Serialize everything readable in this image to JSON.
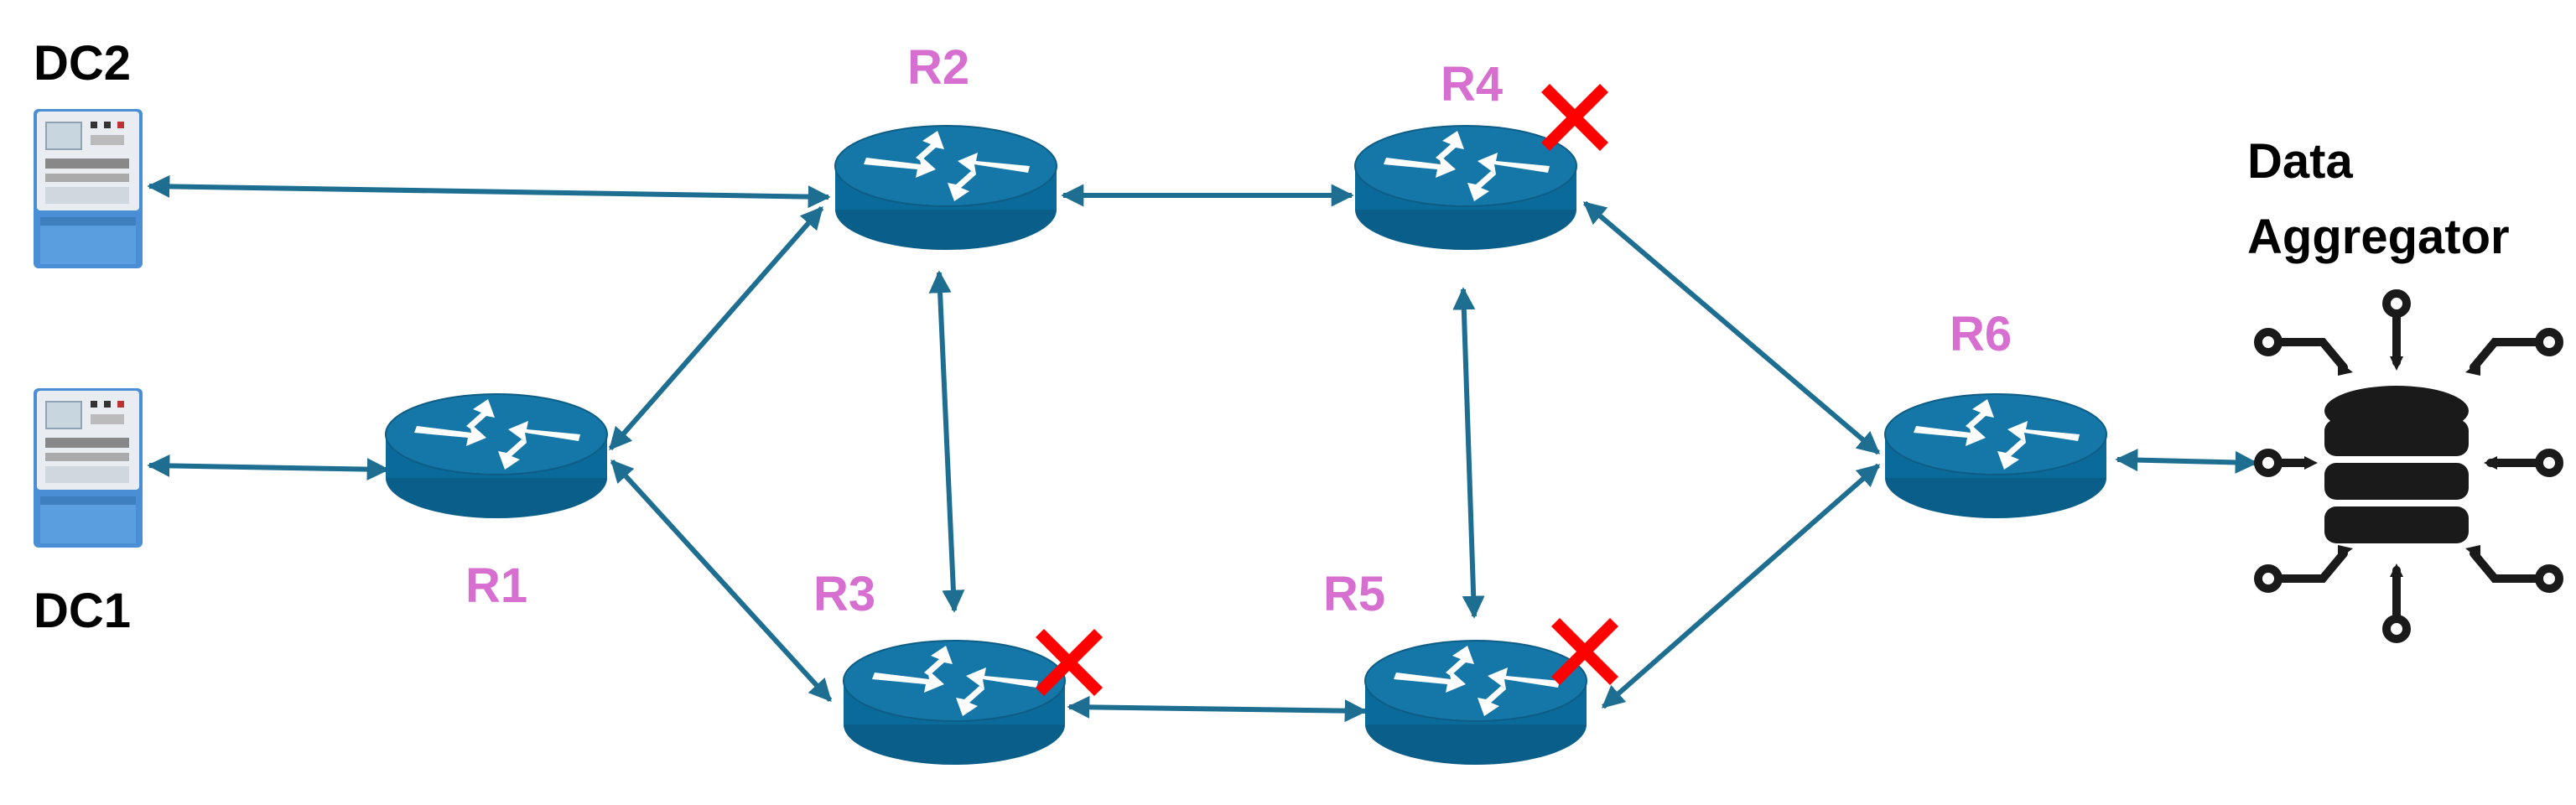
{
  "colors": {
    "router_body": "#0a6b9a",
    "router_top": "#1477a8",
    "link": "#1e6e92",
    "router_label": "#d66fd0",
    "failure_mark": "#ff0000",
    "meter_body": "#4a8fd6",
    "aggregator": "#1a1a1a"
  },
  "devices": [
    {
      "id": "DC2",
      "label": "DC2",
      "icon": "smart-meter-icon"
    },
    {
      "id": "DC1",
      "label": "DC1",
      "icon": "smart-meter-icon"
    }
  ],
  "routers": [
    {
      "id": "R1",
      "label": "R1",
      "failed": false
    },
    {
      "id": "R2",
      "label": "R2",
      "failed": false
    },
    {
      "id": "R3",
      "label": "R3",
      "failed": true
    },
    {
      "id": "R4",
      "label": "R4",
      "failed": true
    },
    {
      "id": "R5",
      "label": "R5",
      "failed": true
    },
    {
      "id": "R6",
      "label": "R6",
      "failed": false
    }
  ],
  "aggregator": {
    "line1": "Data",
    "line2": "Aggregator",
    "icon": "database-icon"
  },
  "links": [
    [
      "DC2",
      "R2"
    ],
    [
      "DC1",
      "R1"
    ],
    [
      "R1",
      "R2"
    ],
    [
      "R1",
      "R3"
    ],
    [
      "R2",
      "R3"
    ],
    [
      "R2",
      "R4"
    ],
    [
      "R3",
      "R5"
    ],
    [
      "R4",
      "R5"
    ],
    [
      "R4",
      "R6"
    ],
    [
      "R5",
      "R6"
    ],
    [
      "R6",
      "Aggregator"
    ]
  ]
}
